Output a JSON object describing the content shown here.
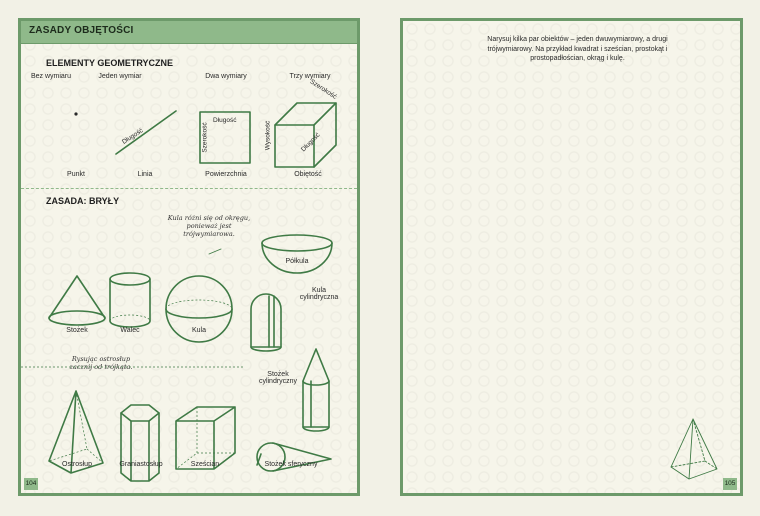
{
  "left_page": {
    "header": "ZASADY OBJĘTOŚCI",
    "geometric_elements": {
      "title": "ELEMENTY GEOMETRYCZNE",
      "dimensions": [
        "Bez wymiaru",
        "Jeden wymiar",
        "Dwa wymiary",
        "Trzy wymiary"
      ],
      "shapes": [
        "Punkt",
        "Linia",
        "Powierzchnia",
        "Obiętość"
      ],
      "measure_labels": {
        "length": "Długość",
        "width": "Szerokość",
        "height": "Wysokość"
      }
    },
    "solids": {
      "title": "ZASADA: BRYŁY",
      "note_sphere": "Kula różni się od okręgu, ponieważ jest trójwymiarowa.",
      "note_pyramid": "Rysując ostrosłup zacznij od trójkąta.",
      "labels": {
        "cone": "Stożek",
        "cylinder": "Walec",
        "sphere": "Kula",
        "hemisphere": "Półkula",
        "cylindrical_sphere": "Kula cylindryczna",
        "cylindrical_cone": "Stożek cylindryczny",
        "pyramid": "Ostrosłup",
        "prism": "Graniastosłup",
        "cube": "Sześcian",
        "spherical_cone": "Stożek sferyczny"
      }
    },
    "page_number": "104"
  },
  "right_page": {
    "instruction": "Narysuj kilka par obiektów – jeden dwuwymiarowy, a drugi trójwymiarowy. Na przykład kwadrat i sześcian, prostokąt i prostopadłościan, okrąg i kulę.",
    "page_number": "105"
  },
  "colors": {
    "accent": "#8fb98a",
    "frame": "#6d9a6a",
    "line": "#3f7a45",
    "paper": "#f6f5ea"
  }
}
